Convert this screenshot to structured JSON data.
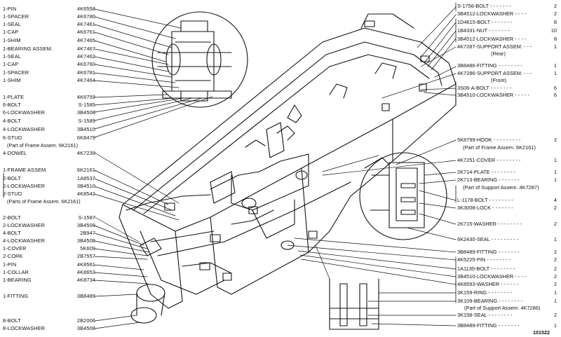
{
  "left_labels": [
    {
      "desc": "1-PIN",
      "part": "4K6558"
    },
    {
      "desc": "1-SPACER",
      "part": "4K6780"
    },
    {
      "desc": "1-SEAL",
      "part": "4K7461"
    },
    {
      "desc": "1-CAP",
      "part": "4K6761"
    },
    {
      "desc": "1-SHIM",
      "part": "4K7465"
    },
    {
      "desc": "1-BEARING ASSEM.",
      "part": "4K7467"
    },
    {
      "desc": "1-SEAL",
      "part": "4K7462"
    },
    {
      "desc": "1-CAP",
      "part": "4K6760"
    },
    {
      "desc": "1-SPACER",
      "part": "4K6781"
    },
    {
      "desc": "1-SHIM",
      "part": "4K7464"
    },
    {
      "desc": "1-PLATE",
      "part": "4K6759"
    },
    {
      "desc": "6-BOLT",
      "part": "S-1585"
    },
    {
      "desc": "6-LOCKWASHER",
      "part": "3B4508"
    },
    {
      "desc": "4-BOLT",
      "part": "S-1589"
    },
    {
      "desc": "4-LOCKWASHER",
      "part": "3B4510"
    },
    {
      "desc": "6-STUD",
      "part": "6K8479"
    },
    {
      "desc": "4-DOWEL",
      "part": "4K7239"
    },
    {
      "desc": "1-FRAME ASSEM.",
      "part": "6K2161"
    },
    {
      "desc": "2-BOLT",
      "part": "1A8537"
    },
    {
      "desc": "2-LOCKWASHER",
      "part": "3B4510"
    },
    {
      "desc": "2-STUD",
      "part": "4K8542"
    },
    {
      "desc": "2-BOLT",
      "part": "S-1587"
    },
    {
      "desc": "2-LOCKWASHER",
      "part": "3B4508"
    },
    {
      "desc": "4-BOLT",
      "part": "2B947"
    },
    {
      "desc": "4-LOCKWASHER",
      "part": "3B4508"
    },
    {
      "desc": "1-COVER",
      "part": "5K609"
    },
    {
      "desc": "2-CORK",
      "part": "2B7557"
    },
    {
      "desc": "1-PIN",
      "part": "4K8561"
    },
    {
      "desc": "1-COLLAR",
      "part": "4K8653"
    },
    {
      "desc": "1-BEARING",
      "part": "4K8734"
    },
    {
      "desc": "1-FITTING",
      "part": "3B8489"
    },
    {
      "desc": "8-BOLT",
      "part": "2B2006"
    },
    {
      "desc": "8-LOCKWASHER",
      "part": "3B4508"
    }
  ],
  "left_notes": {
    "stud_note": "(Part of Frame Assem. 6K2161)",
    "bolt_note": "(Parts of Frame Assem. 6K2161)"
  },
  "right_labels": [
    {
      "desc": "S-1756-BOLT",
      "qty": "2"
    },
    {
      "desc": "3B4512-LOCKWASHER",
      "qty": "2"
    },
    {
      "desc": "1D4615-BOLT",
      "qty": "8"
    },
    {
      "desc": "1B4331-NUT",
      "qty": "10"
    },
    {
      "desc": "3B4512-LOCKWASHER",
      "qty": "8"
    },
    {
      "desc": "4K7287-SUPPORT ASSEM.",
      "qty": "1"
    },
    {
      "desc": "(Rear)",
      "qty": ""
    },
    {
      "desc": "3B8486-FITTING",
      "qty": "1"
    },
    {
      "desc": "4K7286-SUPPORT ASSEM.",
      "qty": "1"
    },
    {
      "desc": "(Front)",
      "qty": ""
    },
    {
      "desc": "3S06-A-BOLT",
      "qty": "6"
    },
    {
      "desc": "3B4510-LOCKWASHER",
      "qty": "6"
    },
    {
      "desc": "5K8799-HOOK",
      "qty": "2"
    },
    {
      "desc": "(Part of Frame Assem. 6K2161)",
      "qty": ""
    },
    {
      "desc": "4K7251-COVER",
      "qty": "1"
    },
    {
      "desc": "2K714-PLATE",
      "qty": "1"
    },
    {
      "desc": "2K713-BEARING",
      "qty": "1"
    },
    {
      "desc": "(Part of Support Assem. 4K7287)",
      "qty": ""
    },
    {
      "desc": "L-1178-BOLT",
      "qty": "4"
    },
    {
      "desc": "3K3008-LOCK",
      "qty": "2"
    },
    {
      "desc": "2K715-WASHER",
      "qty": "2"
    },
    {
      "desc": "6K2430-SEAL",
      "qty": "1"
    },
    {
      "desc": "3B8489-FITTING",
      "qty": "2"
    },
    {
      "desc": "4K5225-PIN",
      "qty": "2"
    },
    {
      "desc": "1A1135-BOLT",
      "qty": "2"
    },
    {
      "desc": "3B4510-LOCKWASHER",
      "qty": "2"
    },
    {
      "desc": "4K8593-WASHER",
      "qty": "2"
    },
    {
      "desc": "3K159-RING",
      "qty": "1"
    },
    {
      "desc": "3K109-BEARING",
      "qty": "1"
    },
    {
      "desc": "(Part of Support Assem. 4K7286)",
      "qty": ""
    },
    {
      "desc": "3K158-SEAL",
      "qty": "2"
    },
    {
      "desc": "3B8489-FITTING",
      "qty": "1"
    }
  ],
  "figure_number": "101522"
}
